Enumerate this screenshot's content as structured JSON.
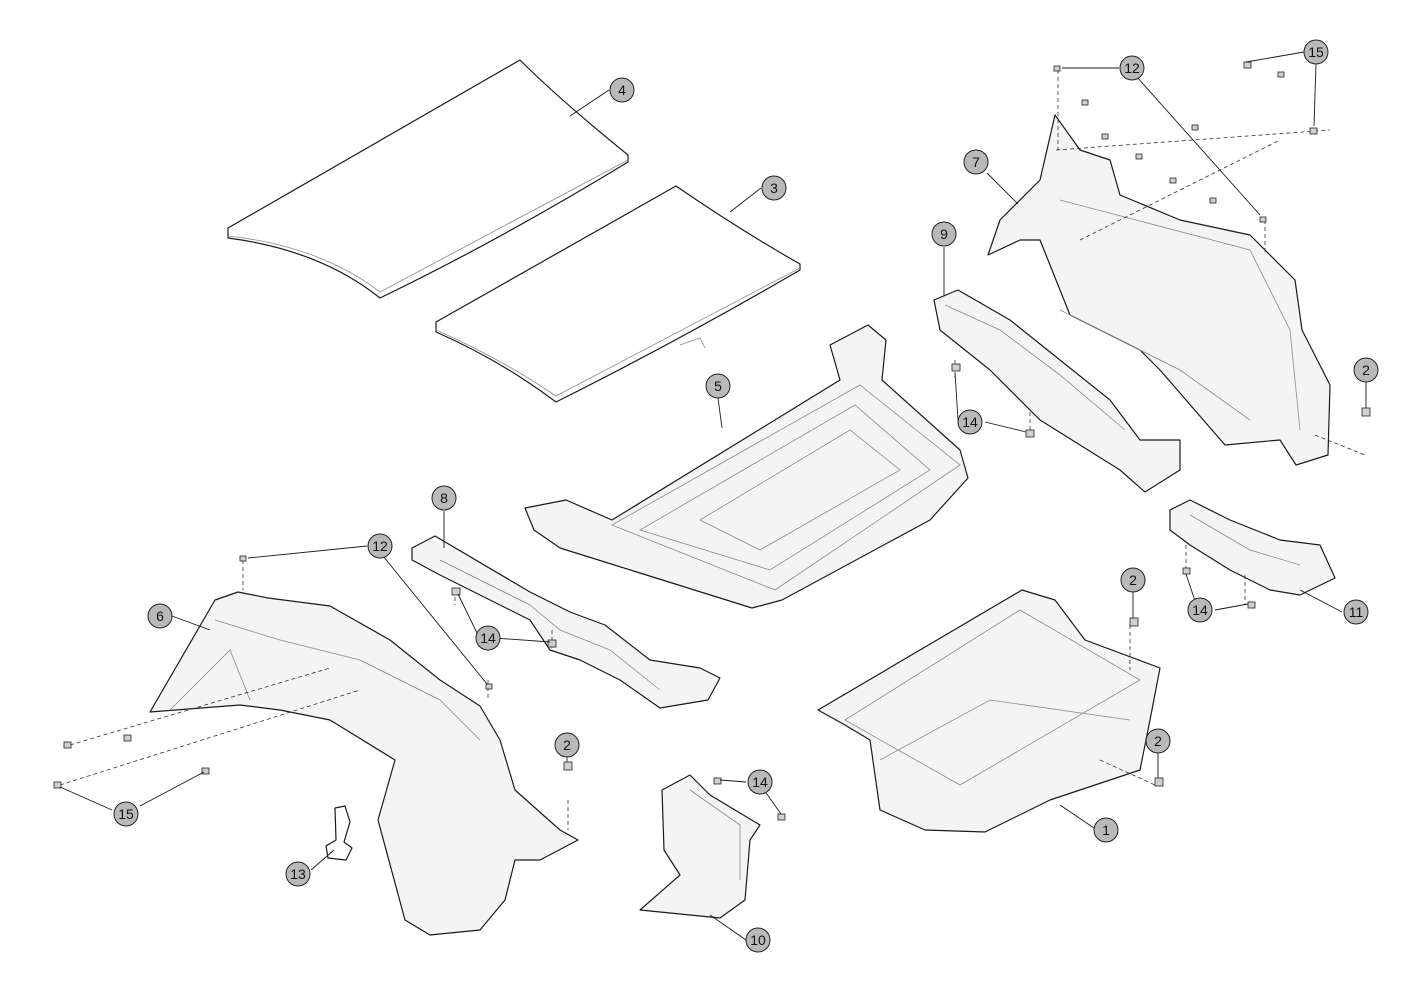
{
  "callouts": [
    "4",
    "3",
    "12",
    "15",
    "7",
    "9",
    "5",
    "2",
    "14",
    "8",
    "12",
    "6",
    "14",
    "11",
    "2",
    "2",
    "2",
    "14",
    "15",
    "13",
    "1",
    "10"
  ]
}
